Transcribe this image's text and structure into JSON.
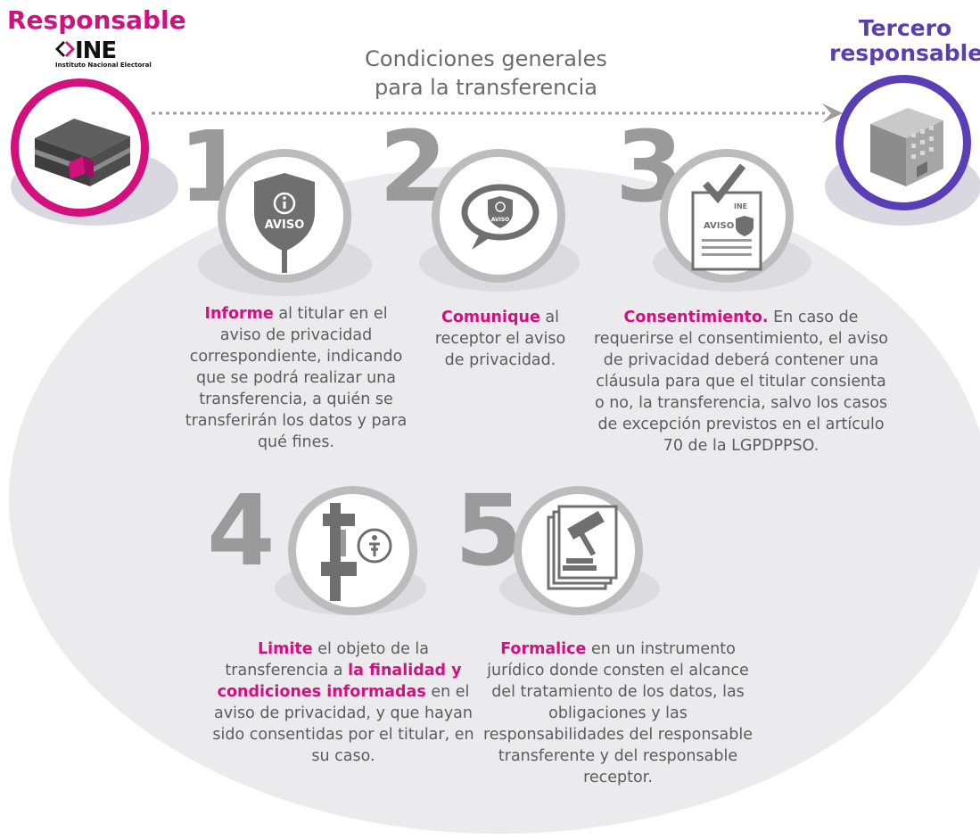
{
  "responsable": {
    "title": "Responsable",
    "logo_text": "INE",
    "logo_subtitle": "Instituto Nacional Electoral"
  },
  "tercero": {
    "title": "Tercero responsable"
  },
  "header": {
    "title_line1": "Condiciones generales",
    "title_line2": "para la transferencia"
  },
  "colors": {
    "magenta": "#d4107f",
    "purple": "#5a3eb5",
    "gray_number": "#9a9a9a",
    "oval": "#ebeaec"
  },
  "steps": [
    {
      "number": "1",
      "icon": "shield-aviso-icon",
      "icon_text": "AVISO",
      "lead": "Informe",
      "text": " al titular en el aviso de privacidad correspondiente, indicando que se podrá realizar una transferencia, a quién se transferirán los datos y para qué fines."
    },
    {
      "number": "2",
      "icon": "speech-bubble-aviso-icon",
      "icon_text": "AVISO",
      "lead": "Comunique",
      "text": " al receptor el aviso de privacidad."
    },
    {
      "number": "3",
      "icon": "checked-document-icon",
      "icon_text": "AVISO",
      "icon_logo": "INE",
      "lead": "Consentimiento.",
      "text": " En caso de requerirse el consentimiento, el aviso de privacidad deberá contener una cláusula para que el titular consienta o no, la transferencia, salvo los casos de excepción previstos en el artículo 70 de la LGPDPPSO."
    },
    {
      "number": "4",
      "icon": "caliper-info-icon",
      "lead": "Limite",
      "text_a": " el objeto de la transferencia a ",
      "lead2": "la finalidad y condiciones informadas",
      "text_b": " en el aviso de privacidad, y que hayan sido consentidas por el titular, en su caso."
    },
    {
      "number": "5",
      "icon": "gavel-document-icon",
      "lead": "Formalice",
      "text": " en un instrumento jurídico donde consten el alcance del tratamiento de los datos, las obligaciones y las responsabilidades del responsable transferente y del responsable receptor."
    }
  ]
}
